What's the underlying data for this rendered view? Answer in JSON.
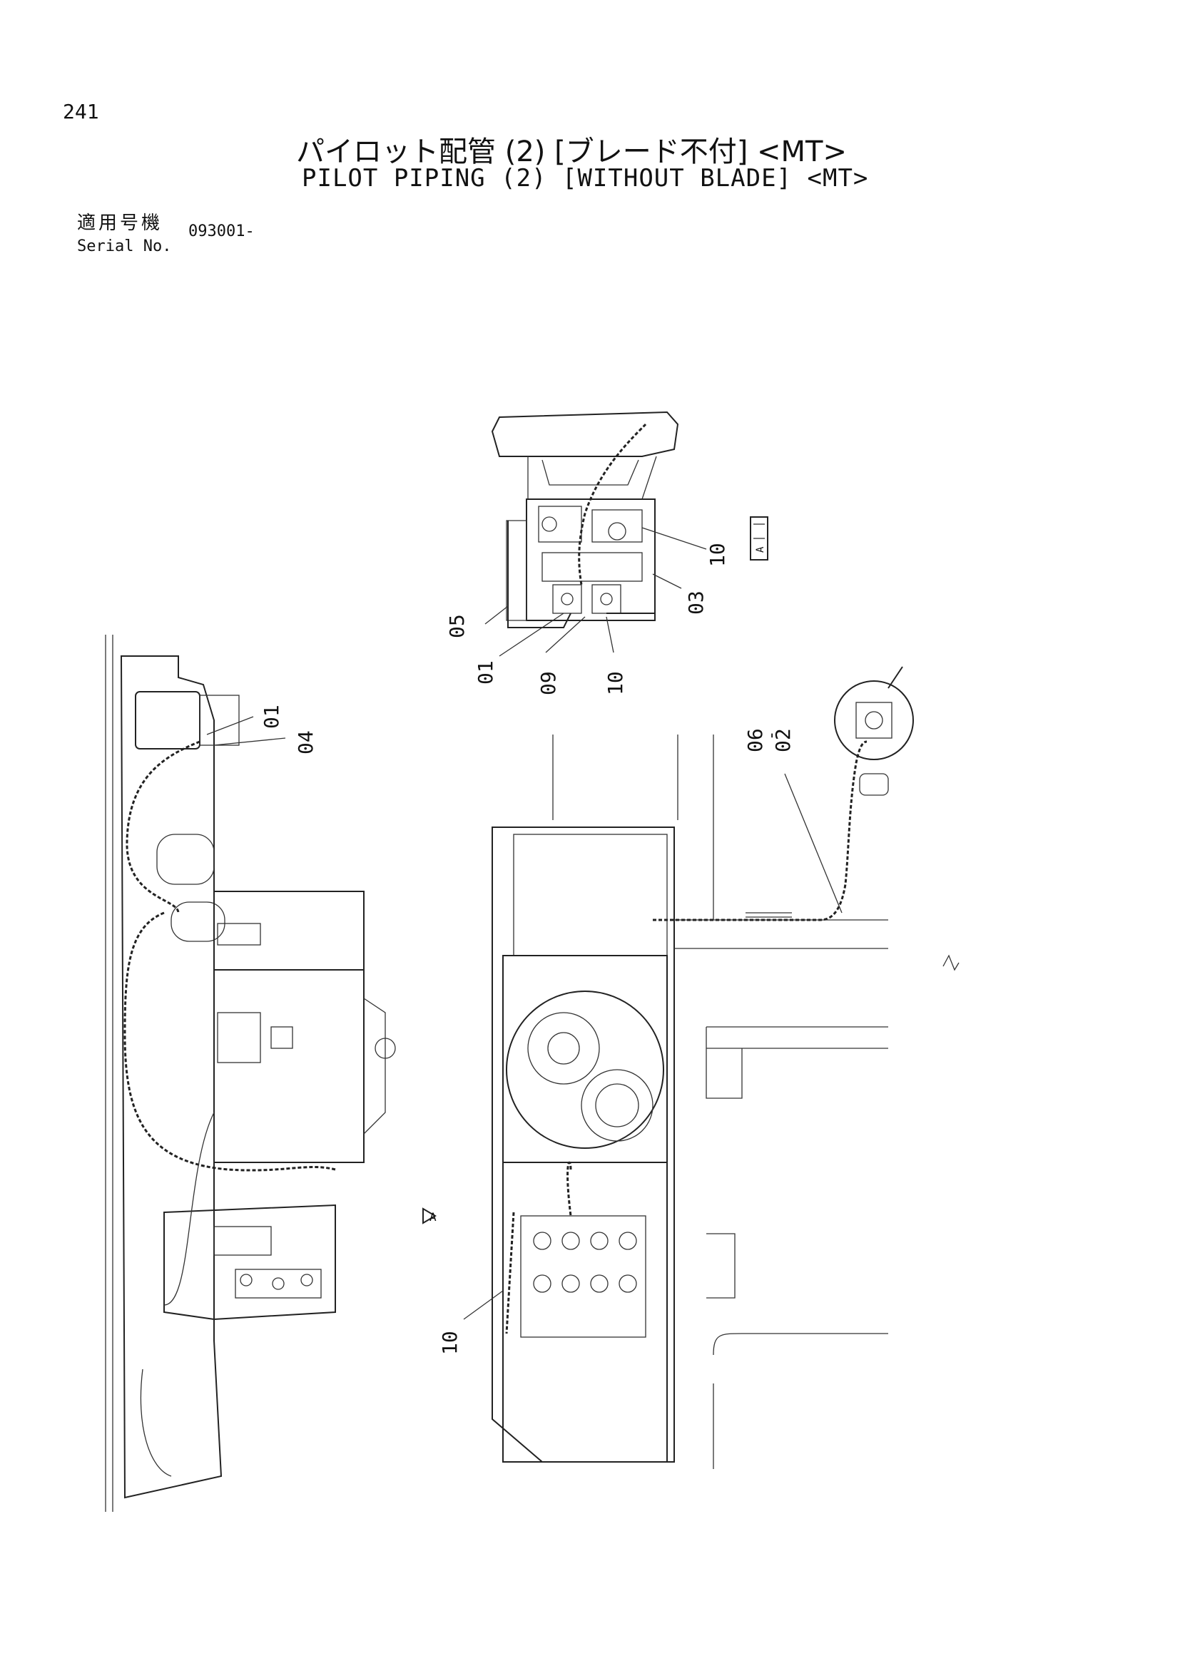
{
  "header": {
    "page_number": "241",
    "title_jp": "パイロット配管 (2) [ブレード不付] <MT>",
    "title_en": "PILOT PIPING (2) [WITHOUT BLADE] <MT>"
  },
  "serial": {
    "label_jp": "適用号機",
    "label_en": "Serial No.",
    "value": "093001-"
  },
  "callouts": {
    "top_10_upper": "10",
    "top_03": "03",
    "top_05": "05",
    "top_01": "01",
    "top_09": "09",
    "top_10_lower": "10",
    "left_01": "01",
    "left_04": "04",
    "right_06": "06",
    "right_02": "02",
    "center_10": "10"
  },
  "markers": {
    "view_a": "A"
  }
}
